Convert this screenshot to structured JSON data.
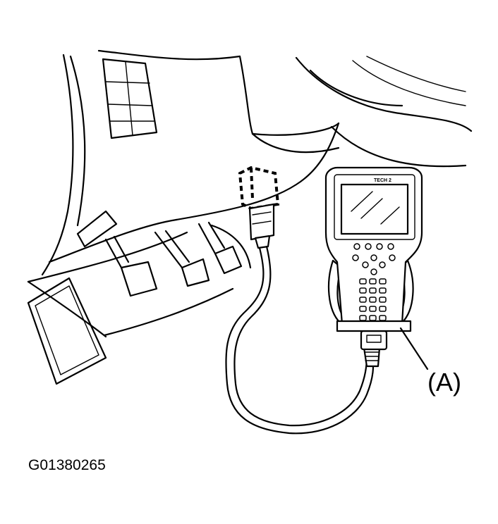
{
  "figure": {
    "callout_label": "(A)",
    "figure_id": "G01380265",
    "tool_brand": "TECH 2"
  }
}
